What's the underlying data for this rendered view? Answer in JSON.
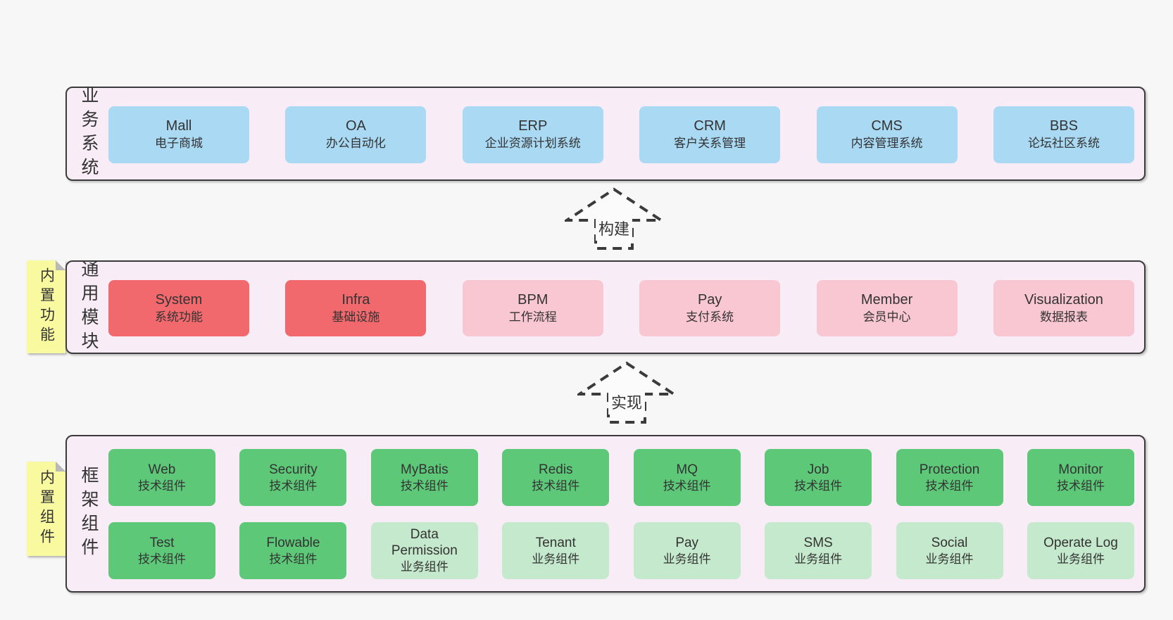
{
  "palette": {
    "page_bg": "#f7f7f7",
    "container_fill": "#f8edf7",
    "note_fill": "#f9f9a0",
    "line": "#3b3b3b",
    "text": "#333333",
    "blue": "#a9d9f3",
    "red": "#f1686d",
    "pink": "#f9c7d2",
    "green": "#5dc878",
    "light_green": "#c5e9cc"
  },
  "layers": [
    {
      "id": "business",
      "label": "业务系统",
      "boxes": [
        {
          "name": "Mall",
          "desc": "电子商城",
          "variant": "blue"
        },
        {
          "name": "OA",
          "desc": "办公自动化",
          "variant": "blue"
        },
        {
          "name": "ERP",
          "desc": "企业资源计划系统",
          "variant": "blue"
        },
        {
          "name": "CRM",
          "desc": "客户关系管理",
          "variant": "blue"
        },
        {
          "name": "CMS",
          "desc": "内容管理系统",
          "variant": "blue"
        },
        {
          "name": "BBS",
          "desc": "论坛社区系统",
          "variant": "blue"
        }
      ]
    },
    {
      "id": "modules",
      "label": "通用模块",
      "note": "内置功能",
      "boxes": [
        {
          "name": "System",
          "desc": "系统功能",
          "variant": "red"
        },
        {
          "name": "Infra",
          "desc": "基础设施",
          "variant": "red"
        },
        {
          "name": "BPM",
          "desc": "工作流程",
          "variant": "pink"
        },
        {
          "name": "Pay",
          "desc": "支付系统",
          "variant": "pink"
        },
        {
          "name": "Member",
          "desc": "会员中心",
          "variant": "pink"
        },
        {
          "name": "Visualization",
          "desc": "数据报表",
          "variant": "pink"
        }
      ]
    },
    {
      "id": "components",
      "label": "框架组件",
      "note": "内置组件",
      "rows": [
        [
          {
            "name": "Web",
            "desc": "技术组件",
            "variant": "green"
          },
          {
            "name": "Security",
            "desc": "技术组件",
            "variant": "green"
          },
          {
            "name": "MyBatis",
            "desc": "技术组件",
            "variant": "green"
          },
          {
            "name": "Redis",
            "desc": "技术组件",
            "variant": "green"
          },
          {
            "name": "MQ",
            "desc": "技术组件",
            "variant": "green"
          },
          {
            "name": "Job",
            "desc": "技术组件",
            "variant": "green"
          },
          {
            "name": "Protection",
            "desc": "技术组件",
            "variant": "green"
          },
          {
            "name": "Monitor",
            "desc": "技术组件",
            "variant": "green"
          }
        ],
        [
          {
            "name": "Test",
            "desc": "技术组件",
            "variant": "green"
          },
          {
            "name": "Flowable",
            "desc": "技术组件",
            "variant": "green"
          },
          {
            "name": "Data Permission",
            "desc": "业务组件",
            "variant": "light_green"
          },
          {
            "name": "Tenant",
            "desc": "业务组件",
            "variant": "light_green"
          },
          {
            "name": "Pay",
            "desc": "业务组件",
            "variant": "light_green"
          },
          {
            "name": "SMS",
            "desc": "业务组件",
            "variant": "light_green"
          },
          {
            "name": "Social",
            "desc": "业务组件",
            "variant": "light_green"
          },
          {
            "name": "Operate Log",
            "desc": "业务组件",
            "variant": "light_green"
          }
        ]
      ]
    }
  ],
  "arrows": [
    {
      "label": "构建"
    },
    {
      "label": "实现"
    }
  ]
}
